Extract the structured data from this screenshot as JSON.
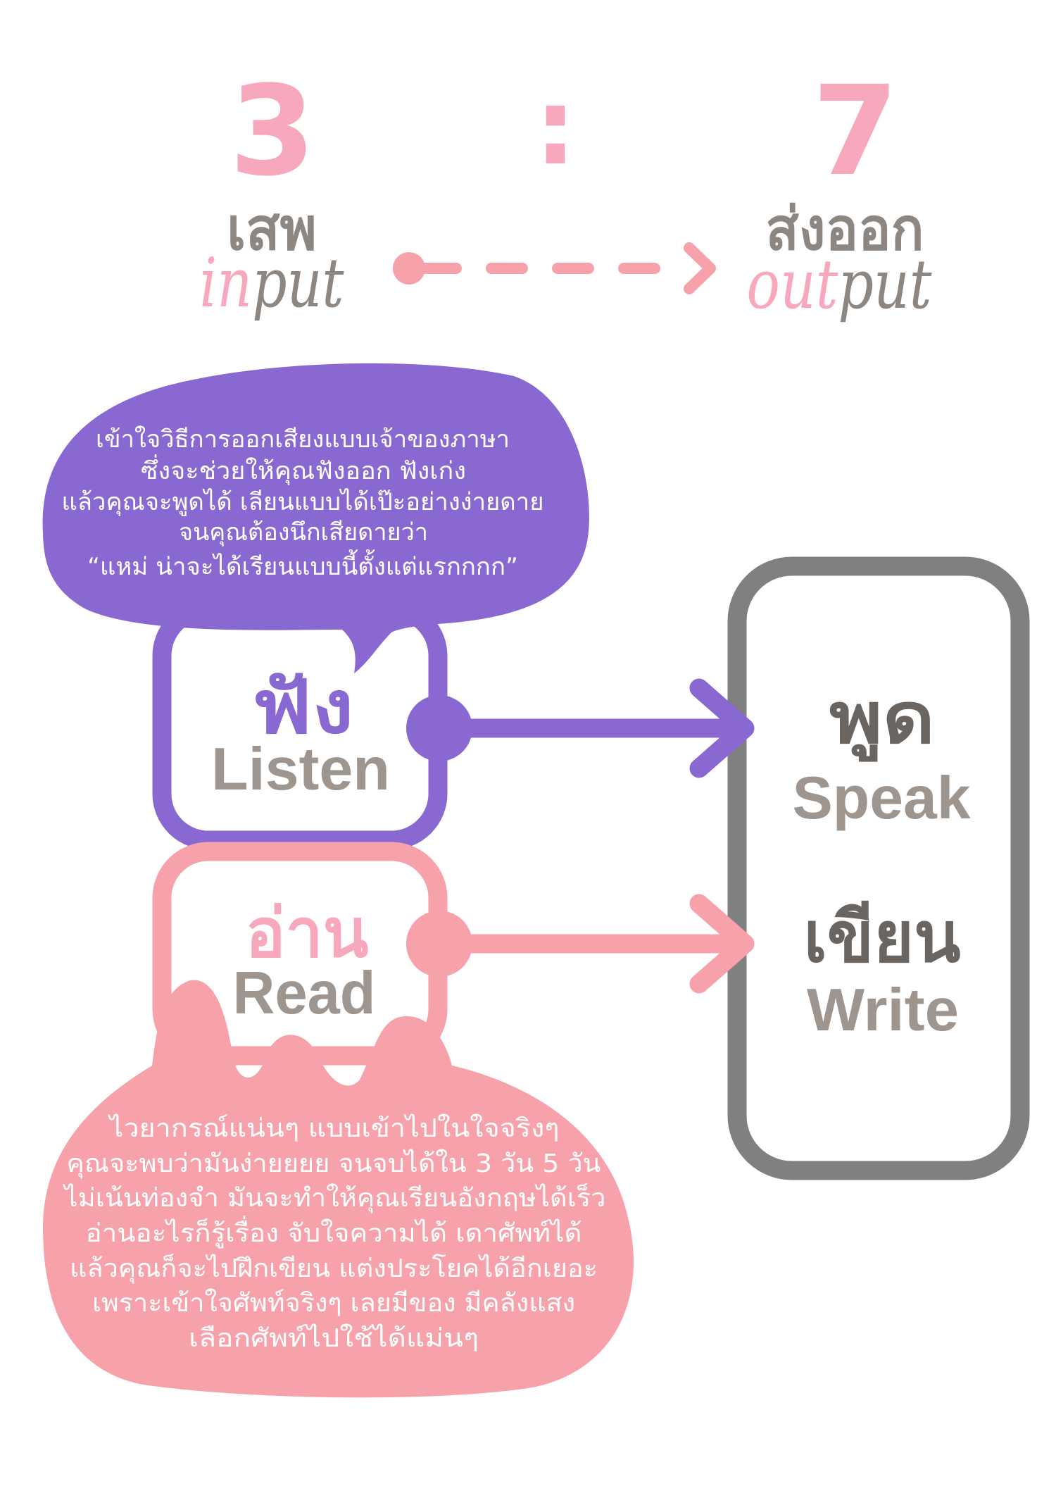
{
  "ratio": {
    "input": "3",
    "separator": ":",
    "output": "7"
  },
  "input_label": {
    "thai": "เสพ",
    "script_highlight": "in",
    "script_rest": "put"
  },
  "output_label": {
    "thai": "ส่งออก",
    "script_highlight": "out",
    "script_rest": "put"
  },
  "listen": {
    "thai": "ฟัง",
    "english": "Listen",
    "description": [
      "เข้าใจวิธีการออกเสียงแบบเจ้าของภาษา",
      "ซึ่งจะช่วยให้คุณฟังออก ฟังเก่ง",
      "แล้วคุณจะพูดได้ เลียนแบบได้เป๊ะอย่างง่ายดาย",
      "จนคุณต้องนึกเสียดายว่า",
      "“แหม่ น่าจะได้เรียนแบบนี้ตั้งแต่แรกกกก”"
    ]
  },
  "read": {
    "thai": "อ่าน",
    "english": "Read",
    "description": [
      "ไวยากรณ์แน่นๆ แบบเข้าไปในใจจริงๆ",
      "คุณจะพบว่ามันง่ายยยย จนจบได้ใน 3 วัน 5 วัน",
      "ไม่เน้นท่องจำ มันจะทำให้คุณเรียนอังกฤษได้เร็ว",
      "อ่านอะไรก็รู้เรื่อง จับใจความได้ เดาศัพท์ได้",
      "แล้วคุณก็จะไปฝึกเขียน แต่งประโยคได้อีกเยอะ",
      "เพราะเข้าใจศัพท์จริงๆ เลยมีของ มีคลังแสง",
      "เลือกศัพท์ไปใช้ได้แม่นๆ"
    ]
  },
  "speak": {
    "thai": "พูด",
    "english": "Speak"
  },
  "write": {
    "thai": "เขียน",
    "english": "Write"
  },
  "icons": {
    "ratio_connector": "dashed-right-arrow-icon",
    "listen_connector": "right-arrow-icon",
    "read_connector": "right-arrow-icon"
  },
  "colors": {
    "purple": "#8a68d2",
    "pink": "#f7a1ab",
    "pink_text": "#f8a8bc",
    "gray_box": "#808080",
    "warm_gray": "#9d958e",
    "label_gray": "#8e8781",
    "dark_gray": "#6b6561"
  }
}
